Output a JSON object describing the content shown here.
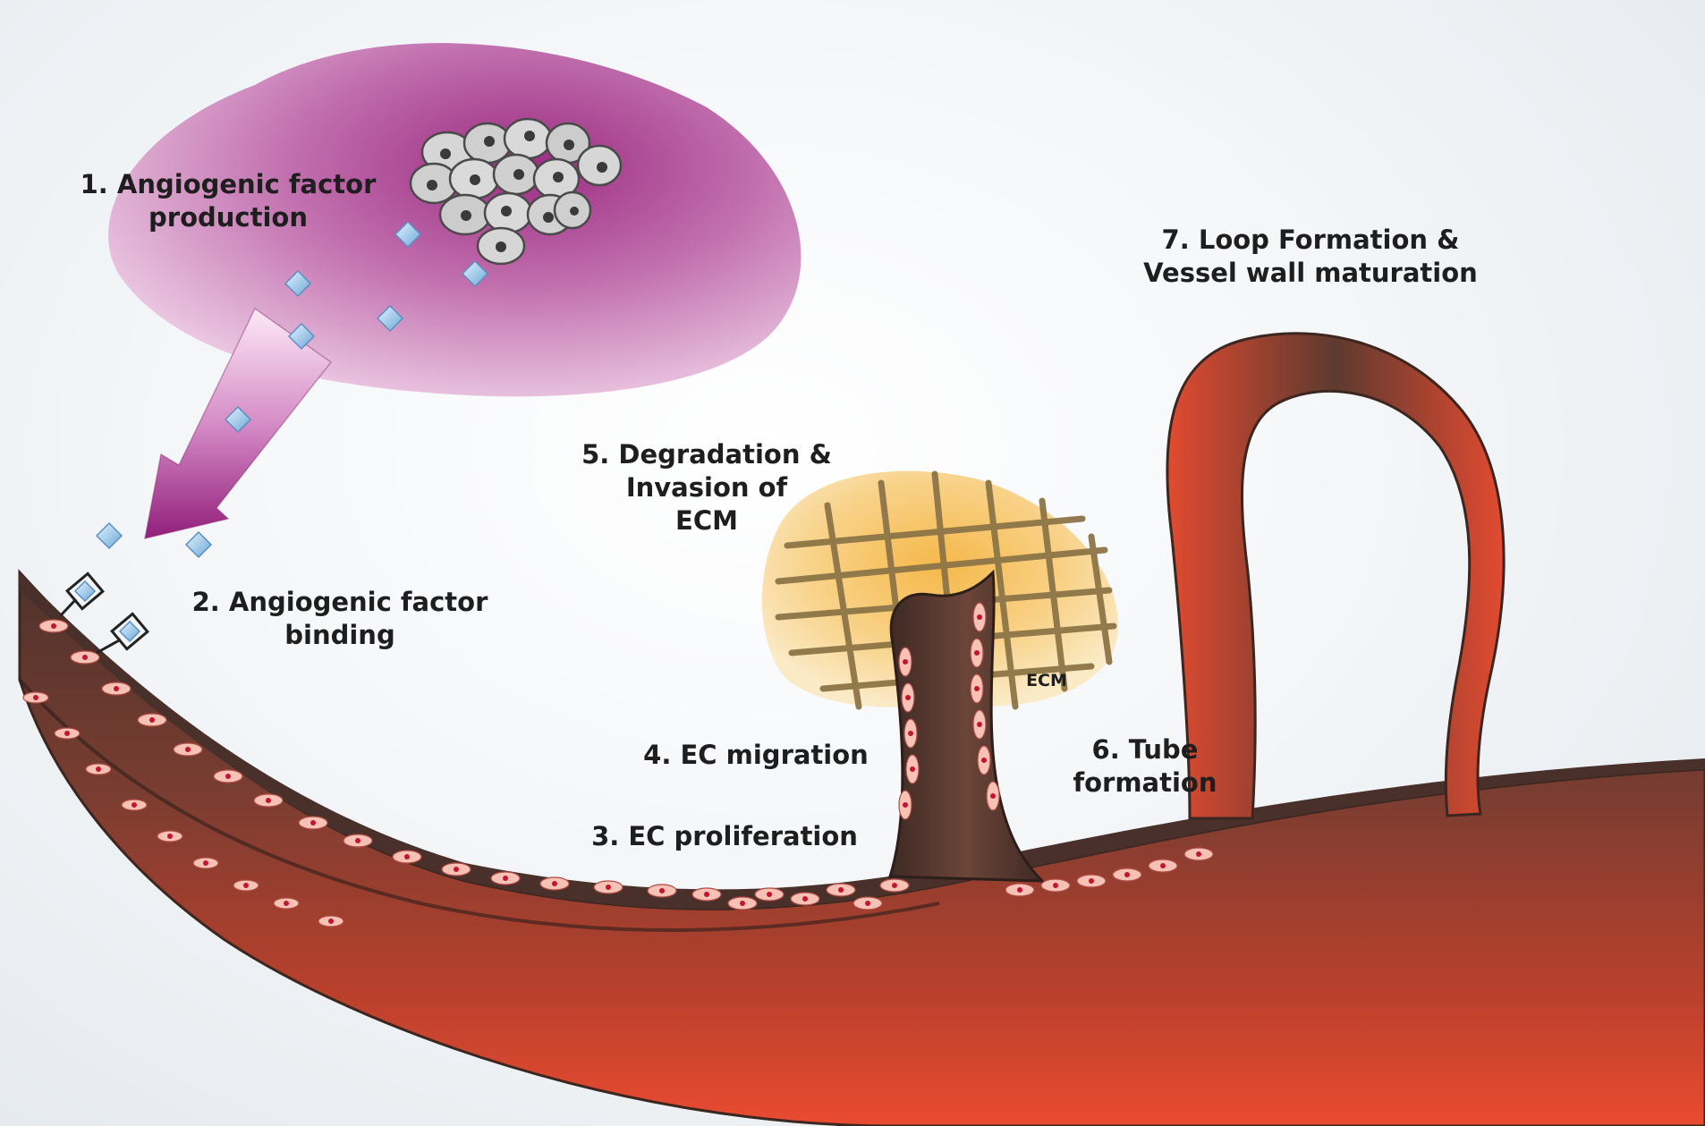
{
  "labels": {
    "step1": "1. Angiogenic factor\nproduction",
    "step2": "2. Angiogenic factor\nbinding",
    "step3": "3. EC proliferation",
    "step4": "4. EC migration",
    "step5": "5. Degradation &\nInvasion of\nECM",
    "step6": "6. Tube\nformation",
    "step7": "7. Loop Formation &\nVessel wall maturation",
    "ecm": "ECM"
  },
  "colors": {
    "tumor_tissue": "#b0408f",
    "tumor_cells": "#d0d0d0",
    "growth_factor": "#a9cfee",
    "vessel_dark": "#5a3a32",
    "vessel_light": "#e0442c",
    "endothelial_cell": "#f7c2b6",
    "cell_nucleus": "#c4142f",
    "ecm_matrix": "#f3c260",
    "ecm_fibers": "#8d7547"
  },
  "icons": {
    "growth_factor": "diamond-factor-icon",
    "receptor": "receptor-icon",
    "arrow": "pink-down-arrow"
  }
}
